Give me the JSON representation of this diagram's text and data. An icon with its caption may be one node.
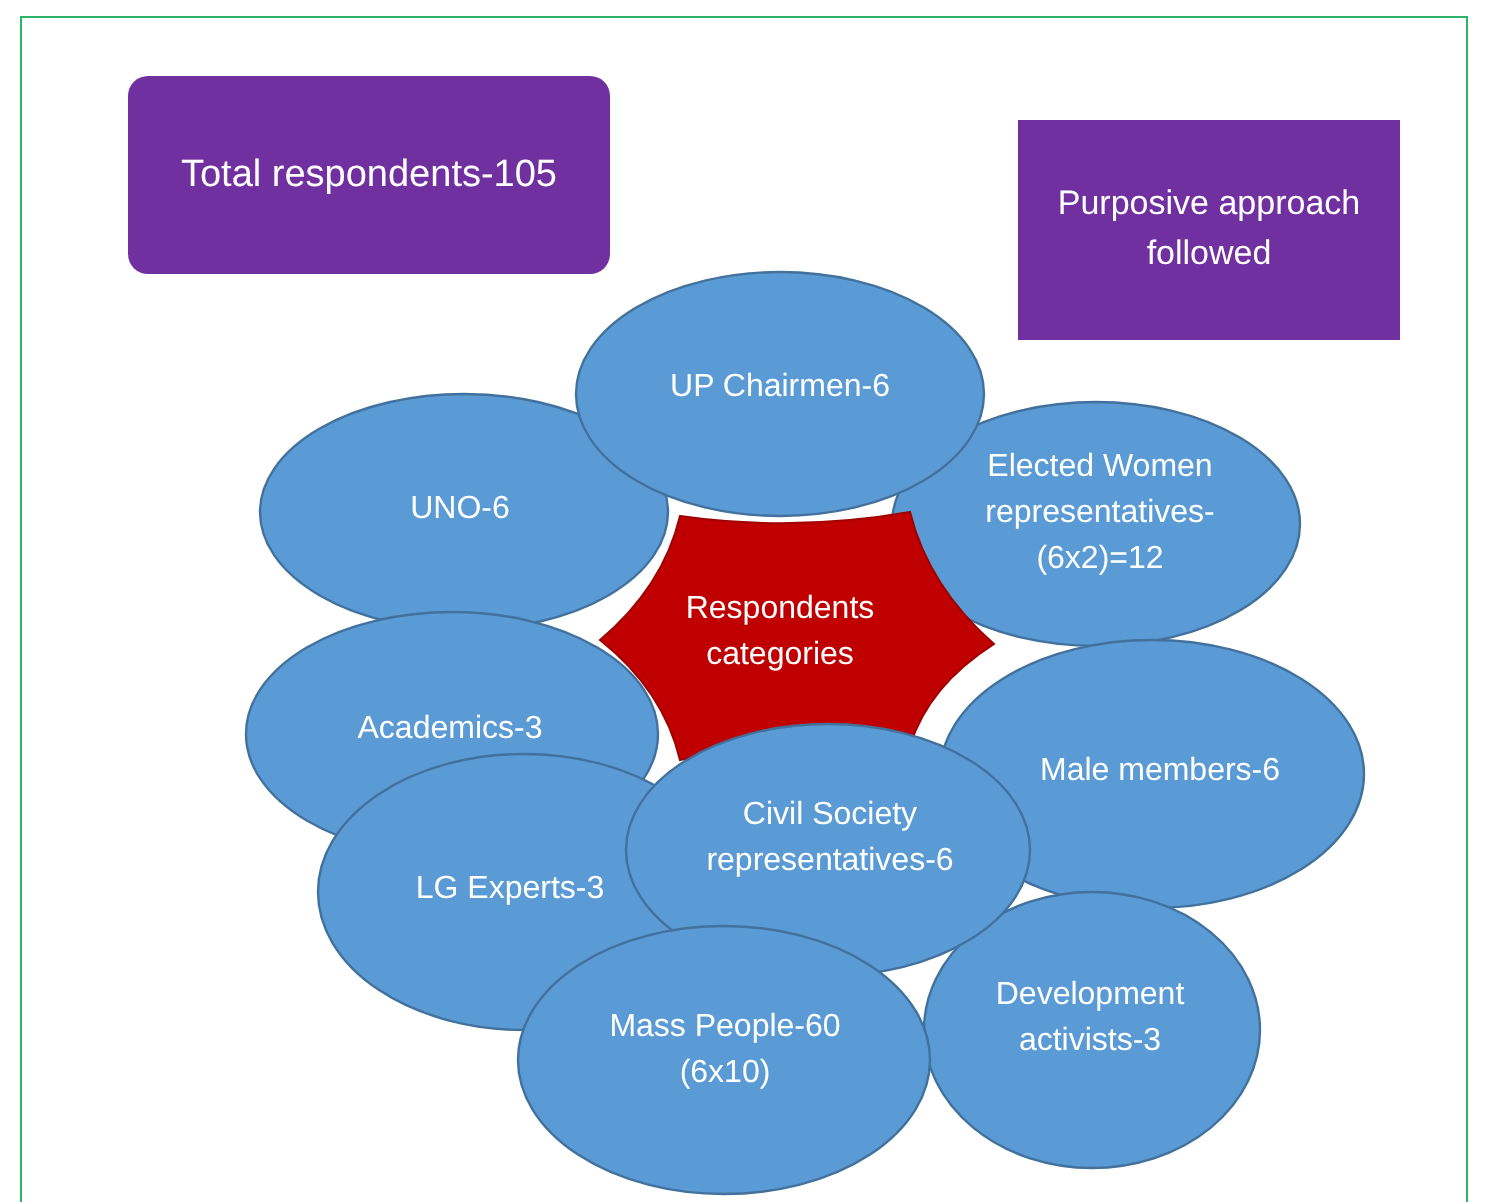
{
  "diagram": {
    "nodes": [
      {
        "text": [
          "Total respondents-105"
        ]
      },
      {
        "text": [
          "Purposive approach followed"
        ]
      },
      {
        "text": [
          "UP Chairmen-6"
        ]
      },
      {
        "text": [
          "UNO-6"
        ]
      },
      {
        "text": [
          "Elected Women representatives-(6x2)=12"
        ]
      },
      {
        "text": [
          "Respondents categories"
        ]
      },
      {
        "text": [
          "Academics-3"
        ]
      },
      {
        "text": [
          "Male members-6"
        ]
      },
      {
        "text": [
          "Civil Society representatives-6"
        ]
      },
      {
        "text": [
          "LG Experts-3"
        ]
      },
      {
        "text": [
          "Development activists-3"
        ]
      },
      {
        "text": [
          "Mass People-60 (6x10)"
        ]
      }
    ]
  }
}
